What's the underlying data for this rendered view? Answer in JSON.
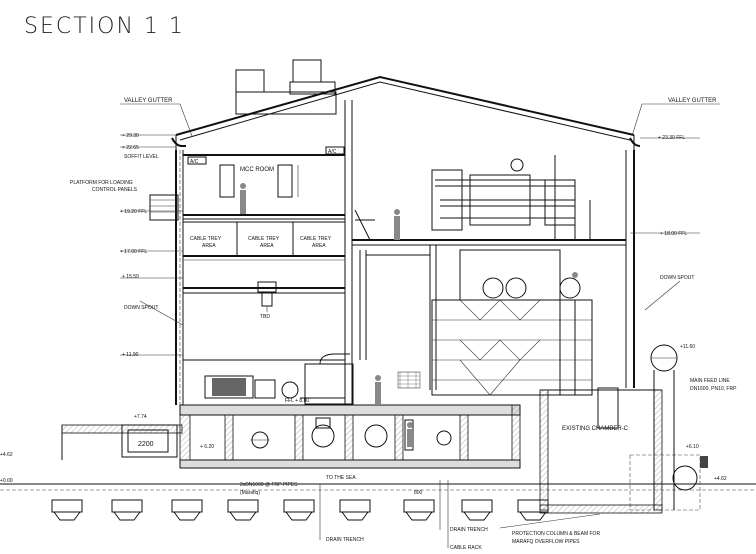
{
  "title": "SECTION 1 1",
  "labels": {
    "valley_gutter_left": "VALLEY GUTTER",
    "valley_gutter_right": "VALLEY GUTTER",
    "lvl_2930": "+ 29.30",
    "lvl_2265": "+ 22.65",
    "soffit": "SOFFIT LEVEL",
    "platform_1": "PLATFORM FOR LOADING",
    "platform_2": "CONTROL PANELS",
    "lvl_1920": "+ 19.20 FFL",
    "lvl_1700": "+ 17.00 FFL",
    "lvl_1559": "+ 15.59",
    "down_spout_left": "DOWN SPOUT",
    "lvl_1190": "+ 11.90",
    "lvl_774": "+7.74",
    "lvl_462": "+4.62",
    "lvl_000": "+0.00",
    "right_2330": "+ 23.30 FFL",
    "right_1800": "+ 18.00 FFL",
    "down_spout_right": "DOWN SPOUT",
    "lvl_1160": "+11.60",
    "main_feed_1": "MAIN FEED LINE",
    "main_feed_2": "DN1600, PN10, FRP",
    "existing_chamber": "EXISTING CHAMBER-C",
    "lvl_610": "+6.10",
    "right_462": "+4.62",
    "mcc_room": "MCC ROOM",
    "ac_1": "A/C",
    "ac_2": "A/C",
    "cable_tray_1a": "CABLE TREY",
    "cable_tray_1b": "AREA",
    "cable_tray_2a": "CABLE TREY",
    "cable_tray_2b": "AREA",
    "cable_tray_3a": "CABLE TREY",
    "cable_tray_3b": "AREA",
    "tbd": "TBD",
    "box_2200": "2200",
    "lvl_620": "+ 6.20",
    "lvl_880": "FFL + 8.80",
    "frp_pipes_1": "2xDN1600 @ FRP PIPES",
    "frp_pipes_2": "(Marafiq)",
    "to_sea": "TO THE SEA",
    "dim_800": "800",
    "drain_trench_1": "DRAIN TRENCH",
    "drain_trench_2": "DRAIN TRENCH",
    "protection_1": "PROTECTION COLUMN & BEAM FOR",
    "protection_2": "MARAFQ OVERFLOW PIPES",
    "cable_rack": "CABLE RACK"
  }
}
